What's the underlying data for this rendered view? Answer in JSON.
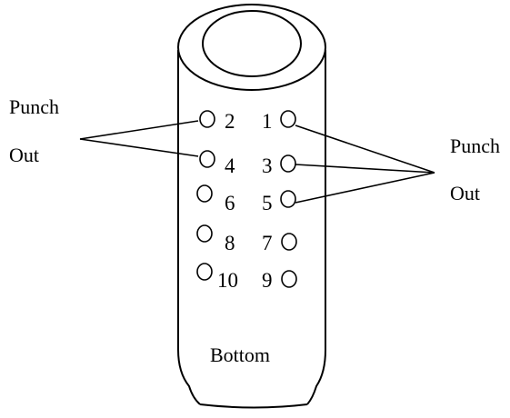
{
  "labels": {
    "left_punch": "Punch",
    "left_out": "Out",
    "right_punch": "Punch",
    "right_out": "Out",
    "bottom": "Bottom"
  },
  "holes": [
    {
      "number": "2",
      "side": "left",
      "row": 1
    },
    {
      "number": "1",
      "side": "right",
      "row": 1
    },
    {
      "number": "4",
      "side": "left",
      "row": 2
    },
    {
      "number": "3",
      "side": "right",
      "row": 2
    },
    {
      "number": "6",
      "side": "left",
      "row": 3
    },
    {
      "number": "5",
      "side": "right",
      "row": 3
    },
    {
      "number": "8",
      "side": "left",
      "row": 4
    },
    {
      "number": "7",
      "side": "right",
      "row": 4
    },
    {
      "number": "10",
      "side": "left",
      "row": 5
    },
    {
      "number": "9",
      "side": "right",
      "row": 5
    }
  ],
  "punch_out": {
    "left": [
      "2",
      "4"
    ],
    "right": [
      "1",
      "3",
      "5"
    ]
  }
}
